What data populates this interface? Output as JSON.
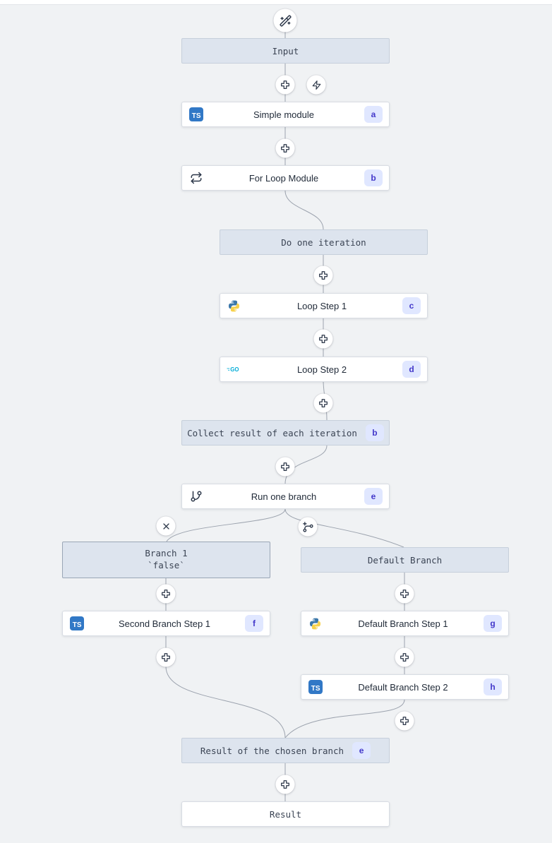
{
  "flow": {
    "nodes": {
      "input": {
        "label": "Input"
      },
      "simple_module": {
        "label": "Simple module",
        "badge": "a",
        "language": "typescript"
      },
      "for_loop": {
        "label": "For Loop Module",
        "badge": "b"
      },
      "do_one_iteration": {
        "label": "Do one iteration"
      },
      "loop_step_1": {
        "label": "Loop Step 1",
        "badge": "c",
        "language": "python"
      },
      "loop_step_2": {
        "label": "Loop Step 2",
        "badge": "d",
        "language": "go"
      },
      "collect_result": {
        "label": "Collect result of each iteration",
        "badge": "b"
      },
      "run_one_branch": {
        "label": "Run one branch",
        "badge": "e"
      },
      "branch_1": {
        "label": "Branch 1",
        "condition": "`false`"
      },
      "default_branch": {
        "label": "Default Branch"
      },
      "second_branch_step_1": {
        "label": "Second Branch Step 1",
        "badge": "f",
        "language": "typescript"
      },
      "default_branch_step_1": {
        "label": "Default Branch Step 1",
        "badge": "g",
        "language": "python"
      },
      "default_branch_step_2": {
        "label": "Default Branch Step 2",
        "badge": "h",
        "language": "typescript"
      },
      "result_of_chosen_branch": {
        "label": "Result of the chosen branch",
        "badge": "e"
      },
      "result": {
        "label": "Result"
      }
    },
    "icons": {
      "typescript_label": "TS",
      "go_label": "GO"
    },
    "colors": {
      "canvas_bg": "#f0f2f4",
      "virtual_node_bg": "#dde4ee",
      "virtual_node_border": "#c6cfdb",
      "badge_bg": "#e0e7ff",
      "badge_text": "#4338ca",
      "typescript_blue": "#3178c6",
      "go_cyan": "#00acd7",
      "python_blue": "#3b77a9",
      "python_yellow": "#f7d14c",
      "edge_gray": "#9ca3ae"
    }
  }
}
